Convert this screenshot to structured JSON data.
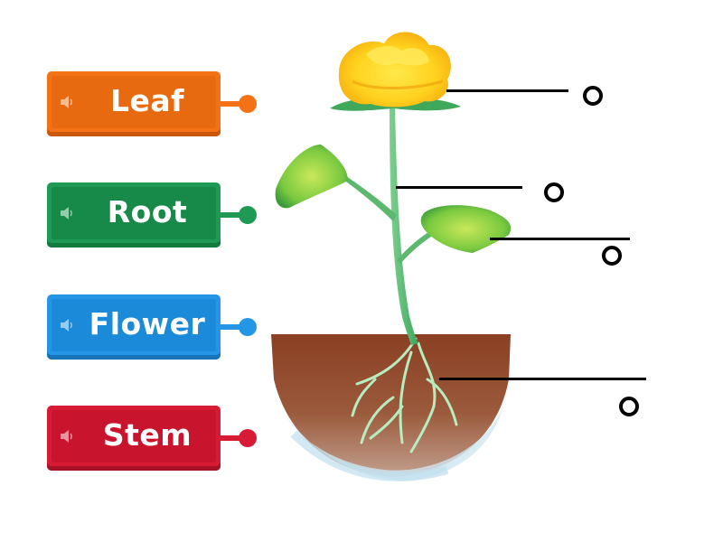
{
  "labels": [
    {
      "id": "leaf",
      "text": "Leaf",
      "color": "#f47216",
      "shade": "#e86a10",
      "edge": "#c9570a"
    },
    {
      "id": "root",
      "text": "Root",
      "color": "#1f9a55",
      "shade": "#178a4a",
      "edge": "#137a3e"
    },
    {
      "id": "flower",
      "text": "Flower",
      "color": "#2596e6",
      "shade": "#1a8ad9",
      "edge": "#1874b8"
    },
    {
      "id": "stem",
      "text": "Stem",
      "color": "#d81b35",
      "shade": "#c8152d",
      "edge": "#a61226"
    }
  ],
  "icons": {
    "speaker": "speaker-icon",
    "target": "drop-target-ring"
  }
}
